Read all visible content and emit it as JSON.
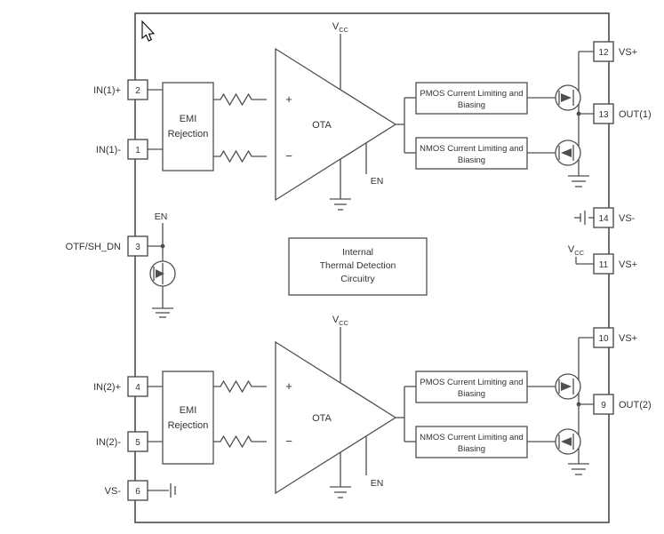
{
  "diagram": {
    "pins_left": [
      {
        "num": "2",
        "label": "IN(1)+"
      },
      {
        "num": "1",
        "label": "IN(1)-"
      },
      {
        "num": "3",
        "label": "OTF/SH_DN"
      },
      {
        "num": "4",
        "label": "IN(2)+"
      },
      {
        "num": "5",
        "label": "IN(2)-"
      },
      {
        "num": "6",
        "label": "VS-"
      }
    ],
    "pins_right": [
      {
        "num": "12",
        "label": "VS+"
      },
      {
        "num": "13",
        "label": "OUT(1)"
      },
      {
        "num": "14",
        "label": "VS-"
      },
      {
        "num": "11",
        "label": "VS+"
      },
      {
        "num": "10",
        "label": "VS+"
      },
      {
        "num": "9",
        "label": "OUT(2)"
      }
    ],
    "blocks": {
      "emi": {
        "line1": "EMI",
        "line2": "Rejection"
      },
      "ota": "OTA",
      "pmos": {
        "line1": "PMOS Current Limiting and",
        "line2": "Biasing"
      },
      "nmos": {
        "line1": "NMOS Current Limiting and",
        "line2": "Biasing"
      },
      "thermal": {
        "line1": "Internal",
        "line2": "Thermal Detection",
        "line3": "Circuitry"
      }
    },
    "labels": {
      "vcc": "V",
      "vcc_sub": "CC",
      "en": "EN",
      "plus": "+",
      "minus": "−"
    },
    "colors": {
      "line": "#4f4f4f",
      "text": "#333333",
      "background": "#ffffff"
    },
    "icons": [
      "mosfet-icon",
      "ground-icon",
      "capacitor-icon",
      "resistor-icon",
      "mouse-cursor-icon"
    ]
  }
}
